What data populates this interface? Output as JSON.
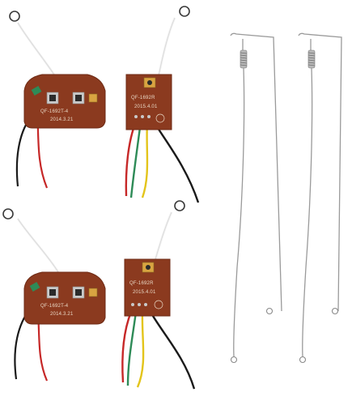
{
  "colors": {
    "background": "#ffffff",
    "pcb": "#8b3a1f",
    "pcb_edge": "#6e2a14",
    "pcb_silkscreen": "#e8d7c4",
    "antenna_wire": "#f2f2f2",
    "metal_antenna": "#9a9a9a",
    "wire_red": "#c62828",
    "wire_green": "#2e8b57",
    "wire_yellow": "#e3c41a",
    "wire_black": "#1a1a1a",
    "button_cap": "#2b2b2b",
    "button_body": "#c9c9c9",
    "crystal": "#d9a441"
  },
  "transmitter_top": {
    "model_label": "QF-1692T-4",
    "date_label": "2014.3.21"
  },
  "receiver_top": {
    "model_label": "QF-1692R",
    "date_label": "2015.4.01"
  },
  "transmitter_bottom": {
    "model_label": "QF-1692T-4",
    "date_label": "2014.3.21"
  },
  "receiver_bottom": {
    "model_label": "QF-1692R",
    "date_label": "2015.4.01"
  }
}
